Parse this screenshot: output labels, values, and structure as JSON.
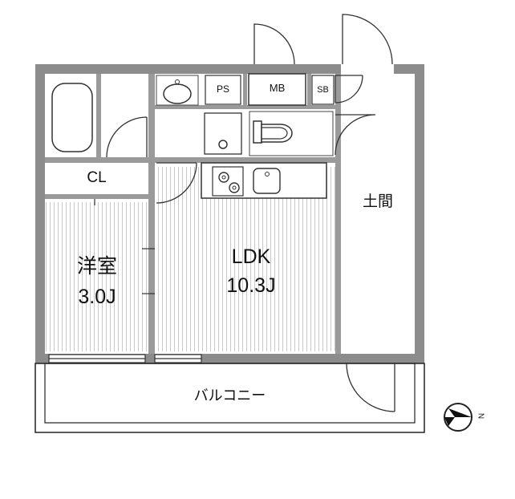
{
  "rooms": {
    "western_name": "洋室",
    "western_size": "3.0J",
    "ldk_name": "LDK",
    "ldk_size": "10.3J",
    "doma": "土間",
    "balcony": "バルコニー",
    "closet": "CL",
    "pipe_space": "PS",
    "meter_box": "MB",
    "shoe_box": "SB"
  },
  "compass": {
    "direction": "N"
  }
}
